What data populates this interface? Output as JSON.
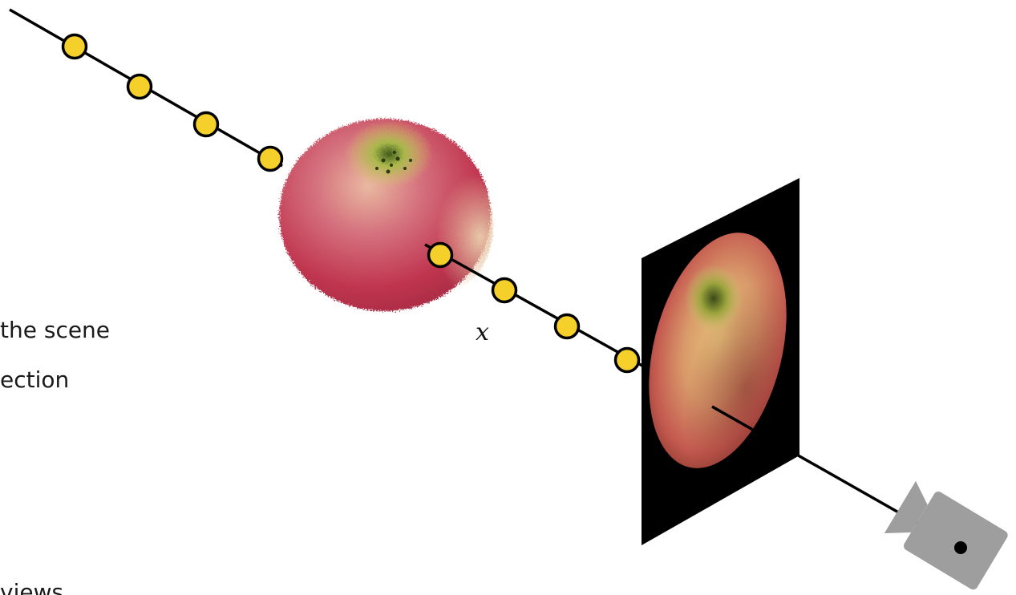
{
  "text_fragments": {
    "line1": "the scene",
    "line2": "ection",
    "line3": "views"
  },
  "ray": {
    "point_label": "x"
  },
  "colors": {
    "ray": "#000000",
    "sample_fill": "#f5cf2a",
    "sample_stroke": "#000000",
    "image_plane": "#000000",
    "camera": "#9e9e9e"
  },
  "icons": {
    "scene_object": "apple-point-cloud",
    "rendered_view": "apple-render",
    "camera": "camera-icon"
  }
}
